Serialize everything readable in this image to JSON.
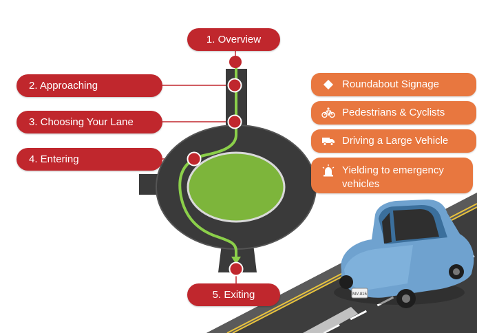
{
  "steps": [
    {
      "label": "1. Overview"
    },
    {
      "label": "2. Approaching"
    },
    {
      "label": "3. Choosing Your Lane"
    },
    {
      "label": "4. Entering"
    },
    {
      "label": "5. Exiting"
    }
  ],
  "topics": [
    {
      "label": "Roundabout Signage",
      "icon": "diamond-sign-icon"
    },
    {
      "label": "Pedestrians & Cyclists",
      "icon": "bicycle-icon"
    },
    {
      "label": "Driving a Large Vehicle",
      "icon": "truck-icon"
    },
    {
      "label": "Yielding to emergency vehicles",
      "icon": "siren-icon"
    }
  ],
  "car": {
    "plate": "MV-815"
  },
  "colors": {
    "step_red": "#c0272d",
    "topic_orange": "#e8773f",
    "road": "#3a3a3a",
    "island_green": "#7db53b",
    "path_green": "#8bcf4a",
    "car_blue": "#6fa2cf"
  }
}
